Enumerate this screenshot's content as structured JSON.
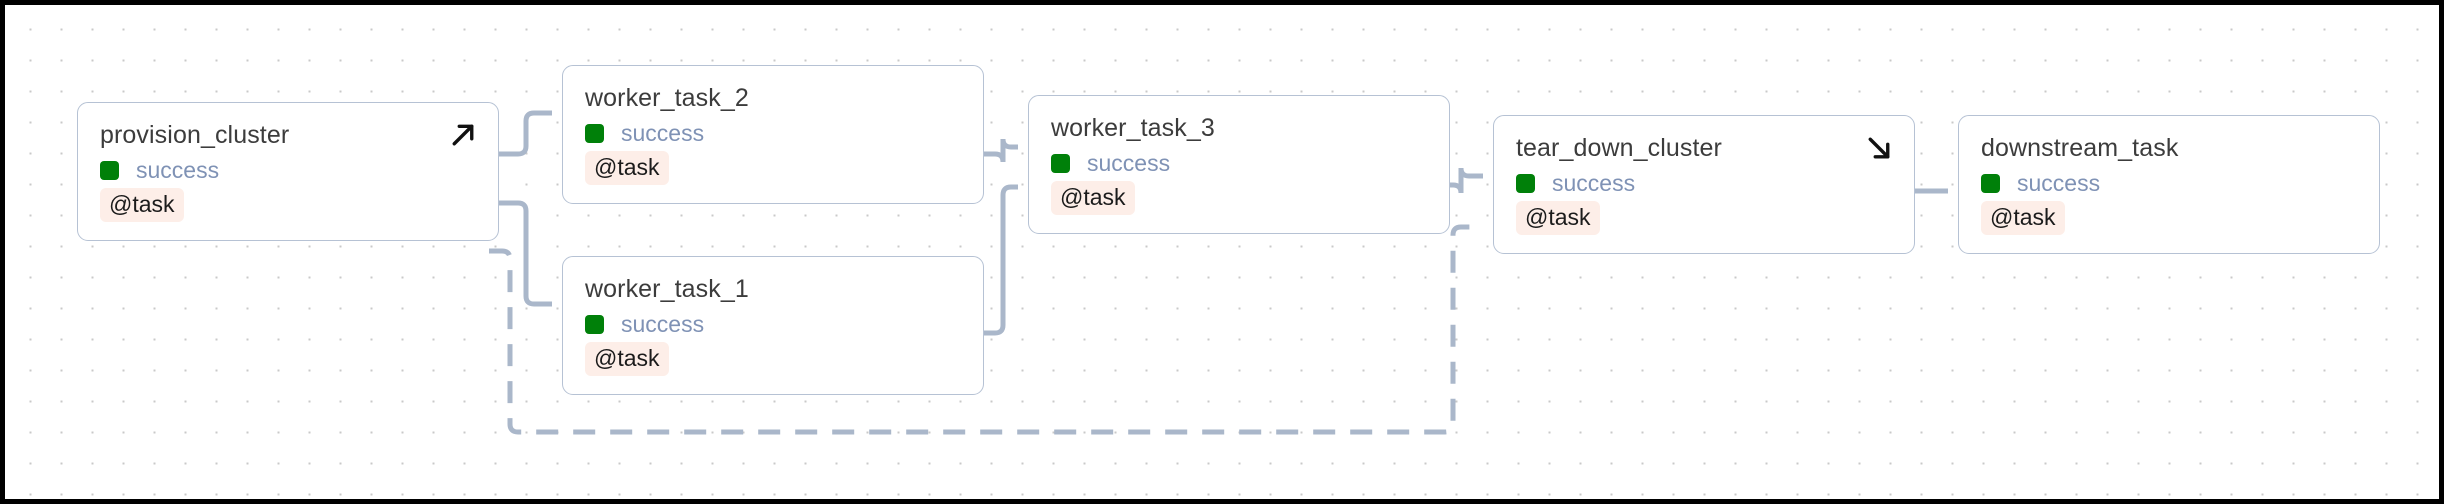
{
  "canvas": {
    "background_color": "#ffffff",
    "grid_dot_color": "#c9c9c9",
    "border_color": "#000000"
  },
  "theme": {
    "node_border": "#b6c2d4",
    "node_background": "#ffffff",
    "title_color": "#3c3c3c",
    "status_success_color": "#7f92b5",
    "status_swatch_success": "#008009",
    "tag_background": "#fdeee8",
    "tag_text": "#1b1b1b",
    "edge_color": "#aab7ca"
  },
  "graph": {
    "type": "dag",
    "nodes": [
      {
        "id": "provision_cluster",
        "title": "provision_cluster",
        "status": "success",
        "tag": "@task",
        "arrow_icon": "arrow-up-right-icon",
        "has_arrow": true
      },
      {
        "id": "worker_task_2",
        "title": "worker_task_2",
        "status": "success",
        "tag": "@task",
        "arrow_icon": "",
        "has_arrow": false
      },
      {
        "id": "worker_task_1",
        "title": "worker_task_1",
        "status": "success",
        "tag": "@task",
        "arrow_icon": "",
        "has_arrow": false
      },
      {
        "id": "worker_task_3",
        "title": "worker_task_3",
        "status": "success",
        "tag": "@task",
        "arrow_icon": "",
        "has_arrow": false
      },
      {
        "id": "tear_down_cluster",
        "title": "tear_down_cluster",
        "status": "success",
        "tag": "@task",
        "arrow_icon": "arrow-down-right-icon",
        "has_arrow": true
      },
      {
        "id": "downstream_task",
        "title": "downstream_task",
        "status": "success",
        "tag": "@task",
        "arrow_icon": "",
        "has_arrow": false
      }
    ],
    "edges": [
      {
        "from": "provision_cluster",
        "to": "worker_task_2",
        "style": "solid"
      },
      {
        "from": "provision_cluster",
        "to": "worker_task_1",
        "style": "solid"
      },
      {
        "from": "provision_cluster",
        "to": "tear_down_cluster",
        "style": "dashed"
      },
      {
        "from": "worker_task_2",
        "to": "worker_task_3",
        "style": "solid"
      },
      {
        "from": "worker_task_1",
        "to": "worker_task_3",
        "style": "solid"
      },
      {
        "from": "worker_task_3",
        "to": "tear_down_cluster",
        "style": "solid"
      },
      {
        "from": "tear_down_cluster",
        "to": "downstream_task",
        "style": "solid"
      }
    ]
  }
}
